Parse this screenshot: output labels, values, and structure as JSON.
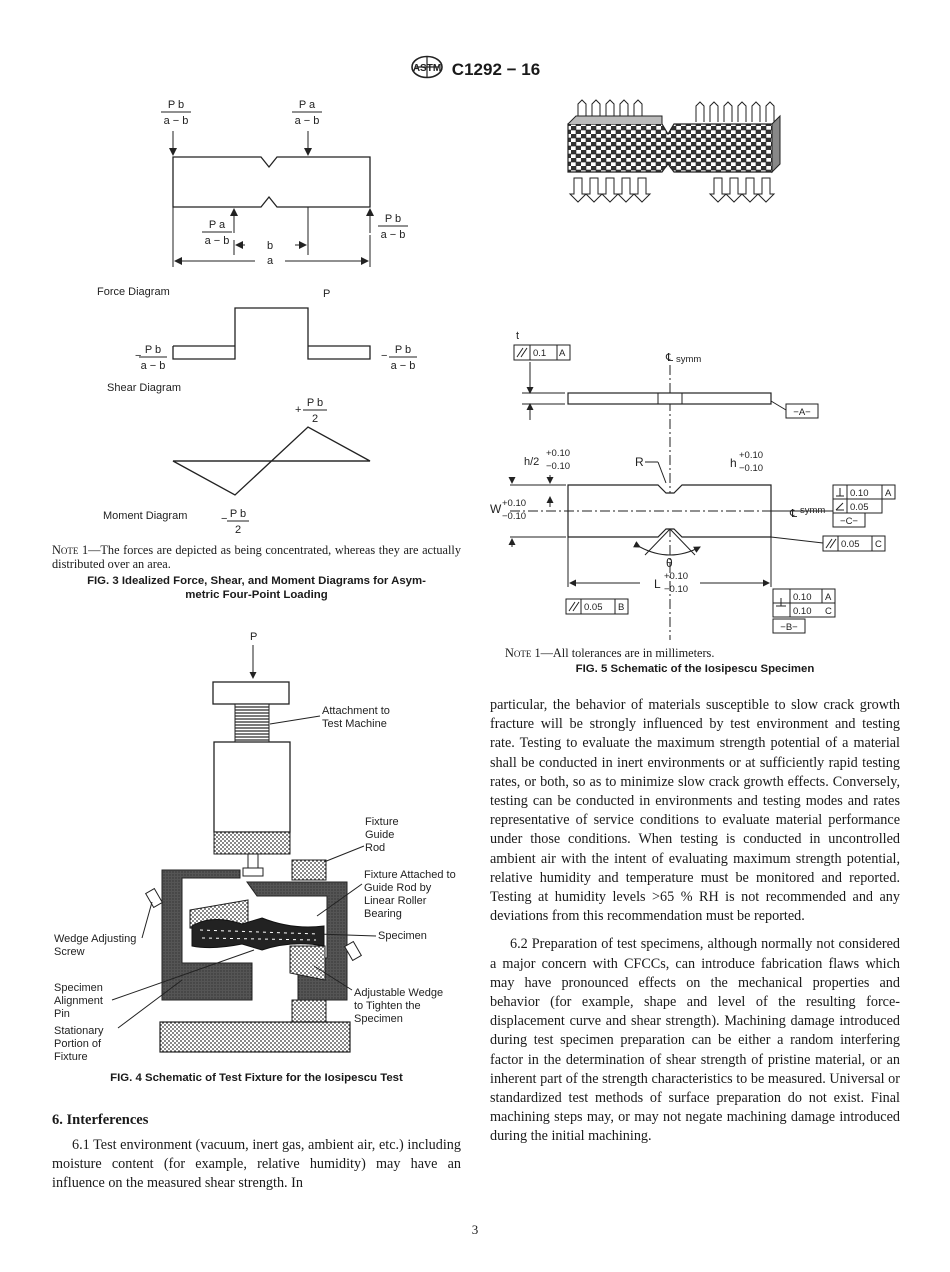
{
  "header": {
    "designation": "C1292 − 16"
  },
  "fig3": {
    "labels": {
      "force_diagram": "Force Diagram",
      "shear_diagram": "Shear Diagram",
      "moment_diagram": "Moment Diagram",
      "p": "P",
      "pb": "P b",
      "pa": "P a",
      "a_minus_b": "a − b",
      "b": "b",
      "a": "a",
      "pb_over_2_num": "P b",
      "two": "2",
      "plus": "+",
      "minus": "−"
    },
    "note_prefix": "Note 1",
    "note_text": "—The forces are depicted as being concentrated, whereas they are actually distributed over an area.",
    "caption_line1": "FIG. 3 Idealized Force, Shear, and Moment Diagrams for Asym-",
    "caption_line2": "metric Four-Point Loading"
  },
  "fig4": {
    "labels": {
      "p": "P",
      "attachment": [
        "Attachment to",
        "Test Machine"
      ],
      "fixture_guide_rod": [
        "Fixture",
        "Guide",
        "Rod"
      ],
      "fixture_attached": [
        "Fixture Attached to",
        "Guide Rod by",
        "Linear Roller",
        "Bearing"
      ],
      "specimen": "Specimen",
      "wedge_screw": [
        "Wedge Adjusting",
        "Screw"
      ],
      "alignment_pin": [
        "Specimen",
        "Alignment",
        "Pin"
      ],
      "adjustable_wedge": [
        "Adjustable Wedge",
        "to Tighten the",
        "Specimen"
      ],
      "stationary": [
        "Stationary",
        "Portion of",
        "Fixture"
      ]
    },
    "caption": "FIG. 4 Schematic of Test Fixture for the Iosipescu Test"
  },
  "fig5": {
    "labels": {
      "t": "t",
      "flat_01": "0.1",
      "datum_a_ref": "A",
      "cl_symm": "symm",
      "datum_a": "−A−",
      "h2": "h/2",
      "plus010": "+0.10",
      "minus010": "−0.10",
      "r": "R",
      "h": "h",
      "w": "W",
      "theta": "θ",
      "l": "L",
      "perp_010": "0.10",
      "ref_a": "A",
      "ang_005": "0.05",
      "datum_c": "−C−",
      "par_005": "0.05",
      "ref_c": "C",
      "par_005_b": "0.05",
      "ref_b": "B",
      "perp_010_a": "0.10",
      "perp_010_c": "0.10",
      "datum_b": "−B−"
    },
    "note_prefix": "Note 1",
    "note_text": "—All tolerances are in millimeters.",
    "caption": "FIG. 5 Schematic of the Iosipescu Specimen"
  },
  "section6": {
    "heading": "6.  Interferences",
    "p61": "6.1 Test environment (vacuum, inert gas, ambient air, etc.) including moisture content (for example, relative humidity) may have an influence on the measured shear strength. In",
    "p61_cont": "particular, the behavior of materials susceptible to slow crack growth fracture will be strongly influenced by test environment and testing rate. Testing to evaluate the maximum strength potential of a material shall be conducted in inert environments or at sufficiently rapid testing rates, or both, so as to minimize slow crack growth effects. Conversely, testing can be conducted in environments and testing modes and rates representative of service conditions to evaluate material performance under those conditions. When testing is conducted in uncontrolled ambient air with the intent of evaluating maximum strength potential, relative humidity and temperature must be monitored and reported. Testing at humidity levels >65 % RH is not recommended and any deviations from this recommendation must be reported.",
    "p62": "6.2 Preparation of test specimens, although normally not considered a major concern with CFCCs, can introduce fabrication flaws which may have pronounced effects on the mechanical properties and behavior (for example, shape and level of the resulting force-displacement curve and shear strength). Machining damage introduced during test specimen preparation can be either a random interfering factor in the determination of shear strength of pristine material, or an inherent part of the strength characteristics to be measured. Universal or standardized test methods of surface preparation do not exist. Final machining steps may, or may not negate machining damage introduced during the initial machining."
  },
  "page_number": "3"
}
